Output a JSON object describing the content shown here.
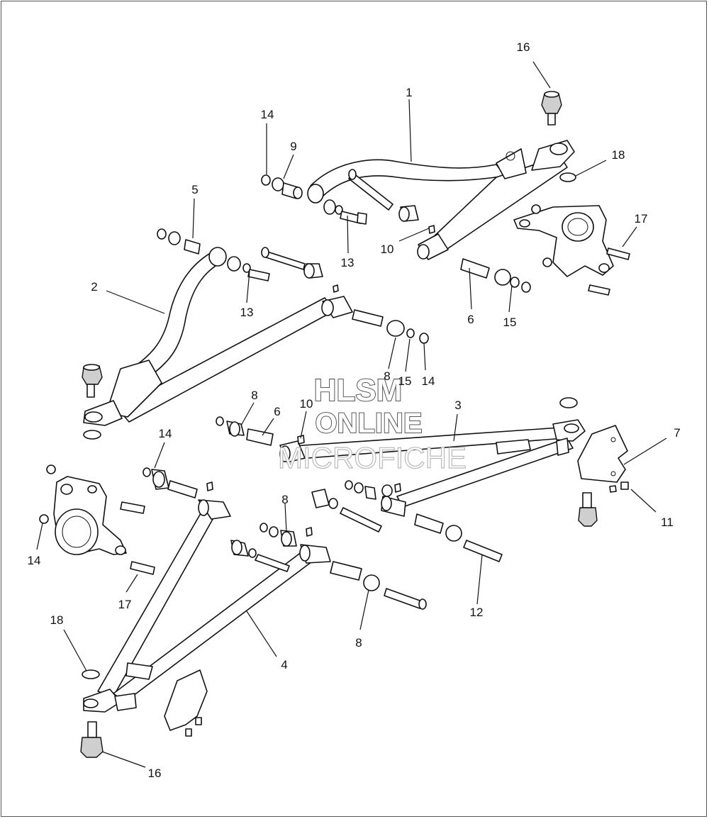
{
  "callouts": [
    {
      "id": "c-16-top",
      "label": "16"
    },
    {
      "id": "c-1",
      "label": "1"
    },
    {
      "id": "c-14-top",
      "label": "14"
    },
    {
      "id": "c-9",
      "label": "9"
    },
    {
      "id": "c-18-top",
      "label": "18"
    },
    {
      "id": "c-5",
      "label": "5"
    },
    {
      "id": "c-17-right",
      "label": "17"
    },
    {
      "id": "c-10-top",
      "label": "10"
    },
    {
      "id": "c-13-a",
      "label": "13"
    },
    {
      "id": "c-2",
      "label": "2"
    },
    {
      "id": "c-13-b",
      "label": "13"
    },
    {
      "id": "c-6-top",
      "label": "6"
    },
    {
      "id": "c-15-top",
      "label": "15"
    },
    {
      "id": "c-8-mid",
      "label": "8"
    },
    {
      "id": "c-15-mid",
      "label": "15"
    },
    {
      "id": "c-14-mid",
      "label": "14"
    },
    {
      "id": "c-8-left",
      "label": "8"
    },
    {
      "id": "c-6-mid",
      "label": "6"
    },
    {
      "id": "c-10-mid",
      "label": "10"
    },
    {
      "id": "c-3",
      "label": "3"
    },
    {
      "id": "c-7",
      "label": "7"
    },
    {
      "id": "c-14-left",
      "label": "14"
    },
    {
      "id": "c-11",
      "label": "11"
    },
    {
      "id": "c-8-center",
      "label": "8"
    },
    {
      "id": "c-14-bottomleft",
      "label": "14"
    },
    {
      "id": "c-17-left",
      "label": "17"
    },
    {
      "id": "c-12",
      "label": "12"
    },
    {
      "id": "c-18-bottom",
      "label": "18"
    },
    {
      "id": "c-4",
      "label": "4"
    },
    {
      "id": "c-8-bottom",
      "label": "8"
    },
    {
      "id": "c-16-bottom",
      "label": "16"
    }
  ],
  "watermark": {
    "line1": "HLSM",
    "line2": "ONLINE",
    "line3": "MICROFICHE"
  }
}
